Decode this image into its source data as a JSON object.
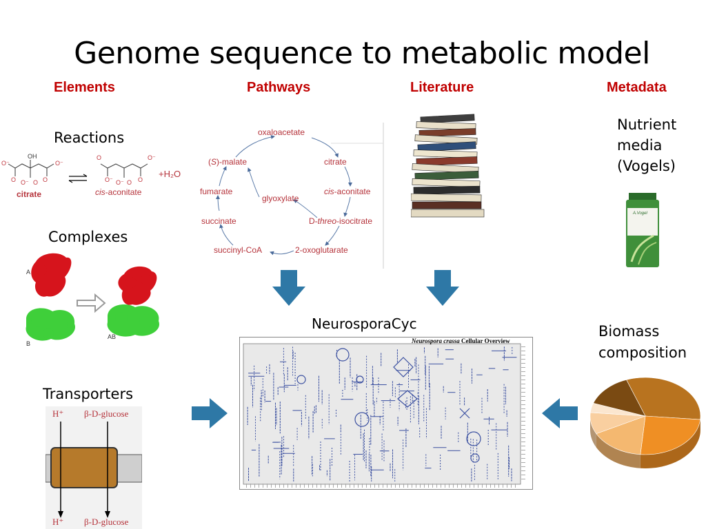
{
  "title": "Genome sequence to metabolic model",
  "columns": {
    "elements": "Elements",
    "pathways": "Pathways",
    "literature": "Literature",
    "metadata": "Metadata"
  },
  "elements": {
    "reactions": "Reactions",
    "complexes": "Complexes",
    "transporters": "Transporters",
    "reaction": {
      "substrate": "citrate",
      "product_prefix": "cis",
      "product_suffix": "-aconitate",
      "water": "+H₂O",
      "hydroxyl": "OH"
    },
    "complex_labels": {
      "a": "A",
      "b": "B",
      "ab": "AB"
    },
    "transporter": {
      "ion_top": "H⁺",
      "sugar_top": "β-D-glucose",
      "ion_bottom": "H⁺",
      "sugar_bottom": "β-D-glucose"
    }
  },
  "pathway": {
    "oxaloacetate": "oxaloacetate",
    "malate_prefix": "(",
    "malate_s": "S",
    "malate_suffix": ")-malate",
    "citrate": "citrate",
    "fumarate": "fumarate",
    "glyoxylate": "glyoxylate",
    "cis_aconitate_prefix": "cis",
    "cis_aconitate_suffix": "-aconitate",
    "succinate": "succinate",
    "isocitrate_prefix": "D-",
    "isocitrate_threo": "threo",
    "isocitrate_suffix": "-isocitrate",
    "succinyl_coa": "succinyl-CoA",
    "oxoglutarate": "2-oxoglutarate"
  },
  "metadata": {
    "nutrient": "Nutrient\nmedia\n(Vogels)",
    "biomass": "Biomass\ncomposition",
    "bottle_brand": "A.Vogel"
  },
  "neurosporacyc": {
    "label": "NeurosporaCyc",
    "header_italic": "Neurospora crassa",
    "header_rest": " Cellular Overview"
  },
  "biomass_chart": {
    "type": "pie",
    "values": [
      32,
      25,
      16,
      9,
      4,
      14
    ],
    "colors": [
      "#b8731f",
      "#ef8f24",
      "#f4b870",
      "#f9cfa0",
      "#fbe6cf",
      "#7a4a12"
    ]
  },
  "colors": {
    "heading": "#c00000",
    "arrow": "#2e78a6",
    "pathway_text": "#b5323a",
    "map_lines": "#3a4fa0"
  }
}
